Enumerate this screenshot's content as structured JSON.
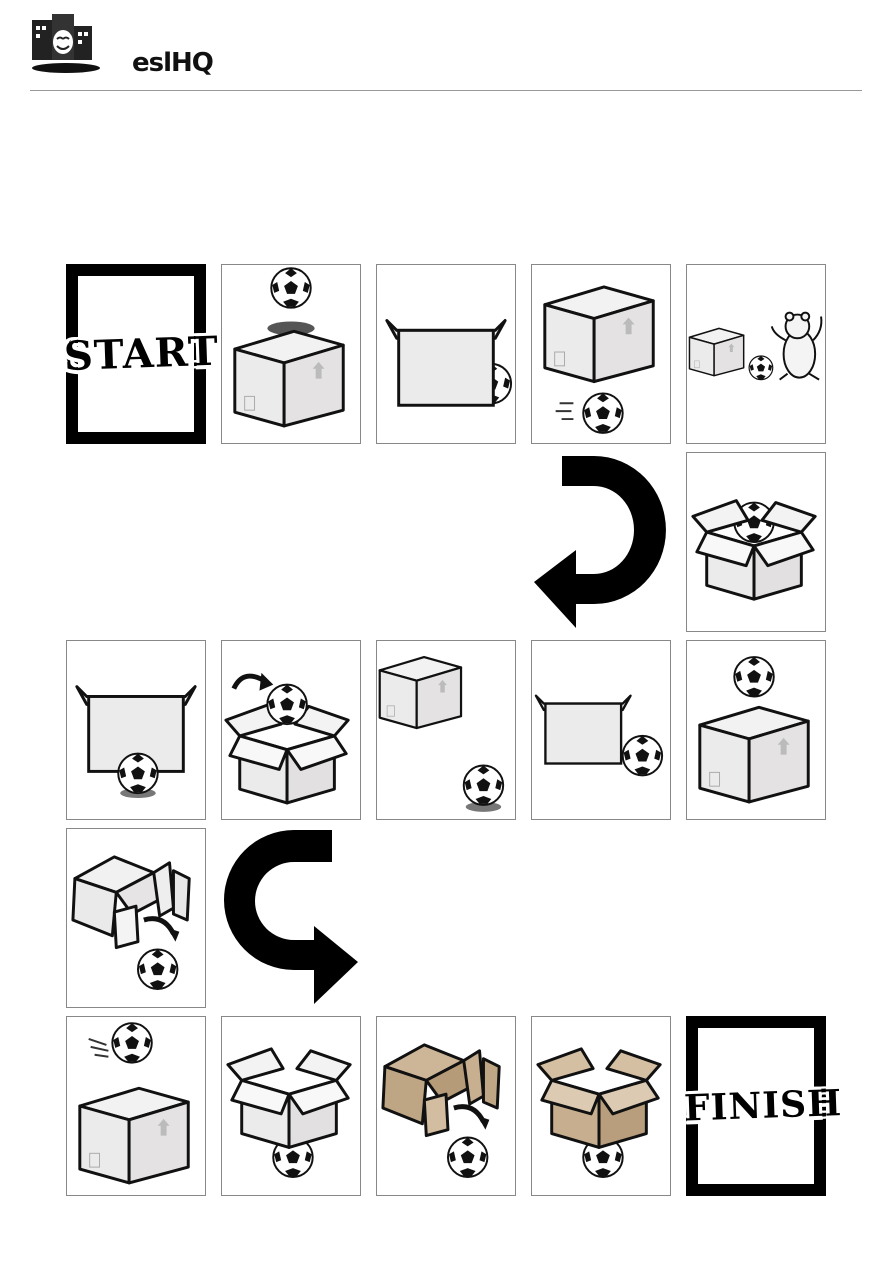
{
  "header": {
    "brand": "eslHQ"
  },
  "board": {
    "start_label": "START",
    "finish_label": "FINISH",
    "squares": [
      {
        "pos": "on",
        "box": "closed"
      },
      {
        "pos": "behind",
        "box": "front"
      },
      {
        "pos": "under",
        "box": "closed"
      },
      {
        "pos": "next to",
        "box": "small-with-bear"
      },
      {
        "pos": "in",
        "box": "open"
      },
      {
        "pos": "in front of",
        "box": "front"
      },
      {
        "pos": "into",
        "box": "open"
      },
      {
        "pos": "far from",
        "box": "closed"
      },
      {
        "pos": "next to",
        "box": "front"
      },
      {
        "pos": "on",
        "box": "closed"
      },
      {
        "pos": "out of",
        "box": "tipped"
      },
      {
        "pos": "over",
        "box": "closed"
      },
      {
        "pos": "under",
        "box": "open"
      },
      {
        "pos": "out of",
        "box": "tipped-brown"
      },
      {
        "pos": "under",
        "box": "open-brown"
      }
    ]
  },
  "colors": {
    "box_fill": "#e9e7e7",
    "box_brown": "#c2ab8c",
    "border": "#888888",
    "frame": "#000000"
  }
}
